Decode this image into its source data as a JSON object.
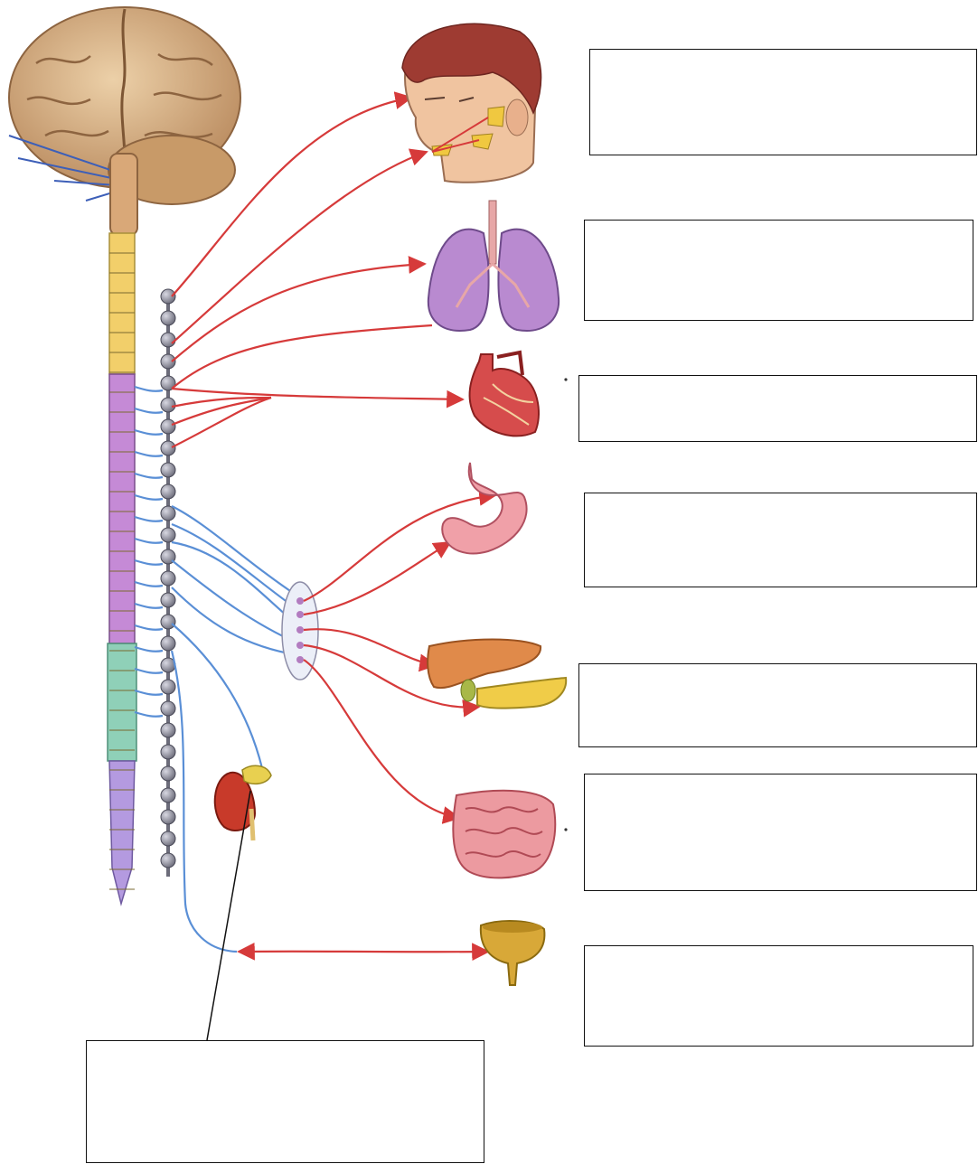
{
  "diagram": {
    "structures": [
      "brain",
      "spinal-cord",
      "sympathetic-chain",
      "collateral-ganglia",
      "head",
      "lungs",
      "heart",
      "stomach",
      "liver",
      "pancreas",
      "intestines",
      "kidney",
      "adrenal-gland",
      "bladder"
    ],
    "label_boxes": [
      {
        "id": "box-head",
        "text": ""
      },
      {
        "id": "box-lungs",
        "text": ""
      },
      {
        "id": "box-heart",
        "text": ""
      },
      {
        "id": "box-stomach",
        "text": ""
      },
      {
        "id": "box-liver-pancreas",
        "text": ""
      },
      {
        "id": "box-intestines",
        "text": ""
      },
      {
        "id": "box-bladder",
        "text": ""
      },
      {
        "id": "box-adrenal",
        "text": ""
      }
    ],
    "colors": {
      "preganglionic": "#5a8fd6",
      "postganglionic": "#d63a3a",
      "cervical": "#f2cf6a",
      "thoracic": "#c58ad6",
      "lumbar": "#8fd0b8",
      "sacral": "#b49ae0",
      "chain": "#8e8e9c",
      "brain": "#d9b48a"
    }
  }
}
